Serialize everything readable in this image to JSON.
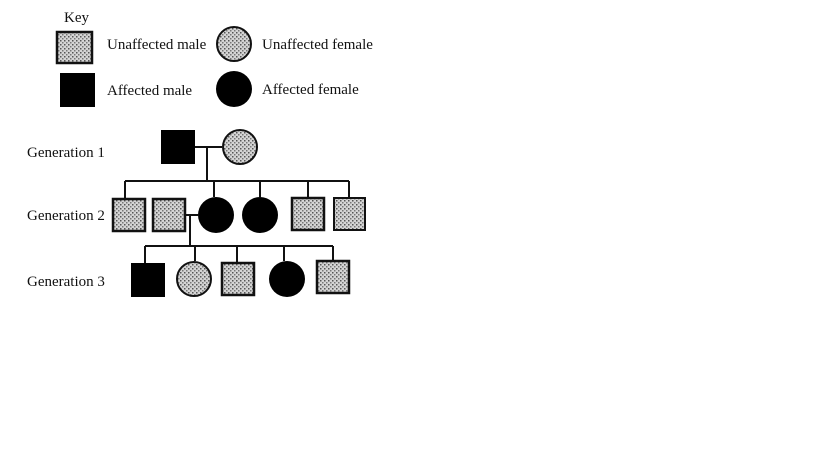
{
  "key": {
    "title": "Key",
    "unaffected_male": "Unaffected male",
    "unaffected_female": "Unaffected female",
    "affected_male": "Affected male",
    "affected_female": "Affected female"
  },
  "generations": [
    {
      "label": "Generation 1",
      "members": [
        {
          "sex": "male",
          "affected": true
        },
        {
          "sex": "female",
          "affected": false
        }
      ]
    },
    {
      "label": "Generation 2",
      "members": [
        {
          "sex": "male",
          "affected": false
        },
        {
          "sex": "male",
          "affected": false,
          "spouse": true
        },
        {
          "sex": "female",
          "affected": true
        },
        {
          "sex": "female",
          "affected": true
        },
        {
          "sex": "male",
          "affected": false
        },
        {
          "sex": "male",
          "affected": false
        }
      ]
    },
    {
      "label": "Generation 3",
      "members": [
        {
          "sex": "male",
          "affected": true
        },
        {
          "sex": "female",
          "affected": false
        },
        {
          "sex": "male",
          "affected": false
        },
        {
          "sex": "female",
          "affected": true
        },
        {
          "sex": "male",
          "affected": false
        }
      ]
    }
  ],
  "colors": {
    "affected": "#000000",
    "unaffected_fill": "#b8b8b8",
    "line": "#111111"
  }
}
